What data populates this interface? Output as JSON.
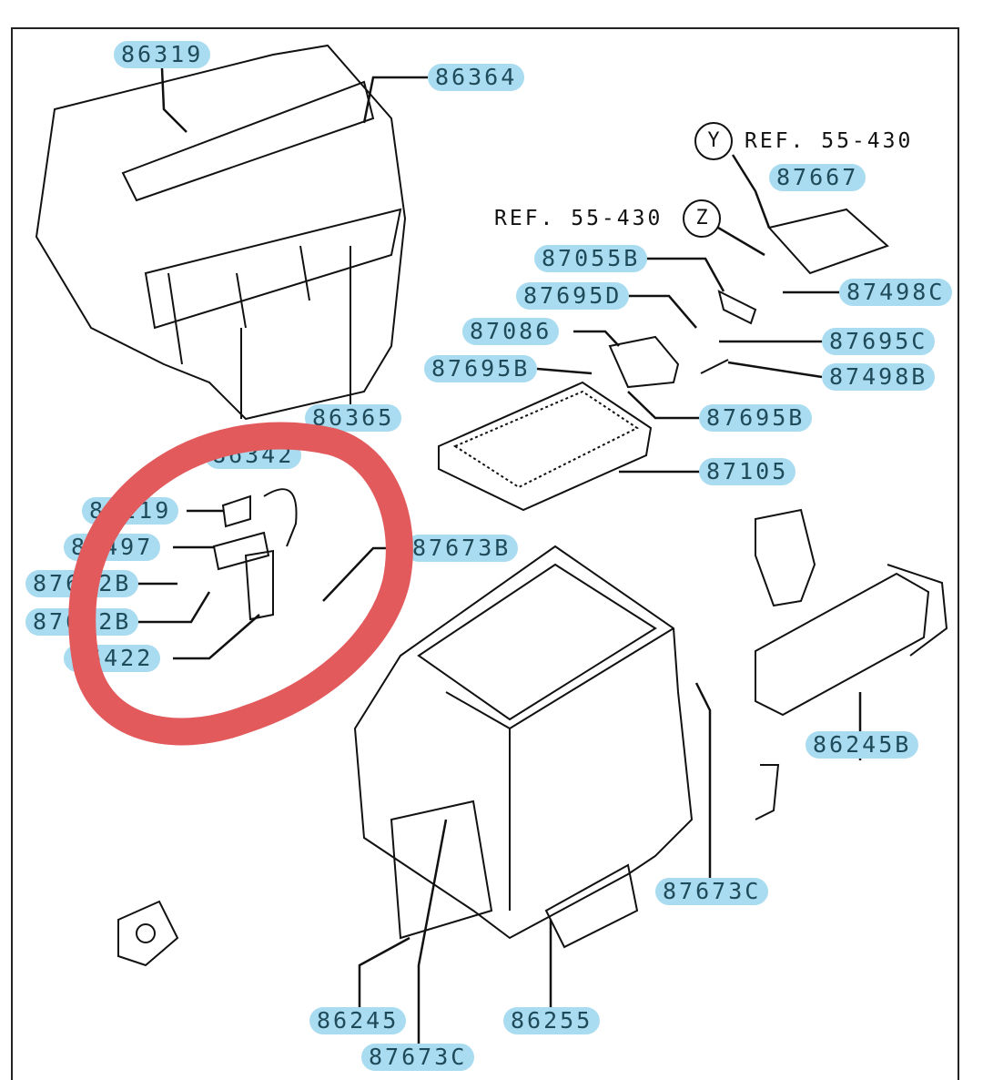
{
  "diagram": {
    "part_labels": [
      "86319",
      "86364",
      "87667",
      "87055B",
      "87695D",
      "87498C",
      "87086",
      "87695C",
      "87695B",
      "87498B",
      "86365",
      "87695B",
      "86342",
      "87105",
      "86219",
      "86497",
      "87673B",
      "87672B",
      "87672B",
      "86422",
      "86245B",
      "87673C",
      "86245",
      "86255",
      "87673C"
    ],
    "references": {
      "y_marker": "Y",
      "z_marker": "Z",
      "ref_y": "REF. 55-430",
      "ref_z": "REF. 55-430"
    },
    "colors": {
      "label_bg": "#a9dcf0",
      "label_text": "#1f4a5a",
      "highlight": "#e25a5c"
    }
  }
}
